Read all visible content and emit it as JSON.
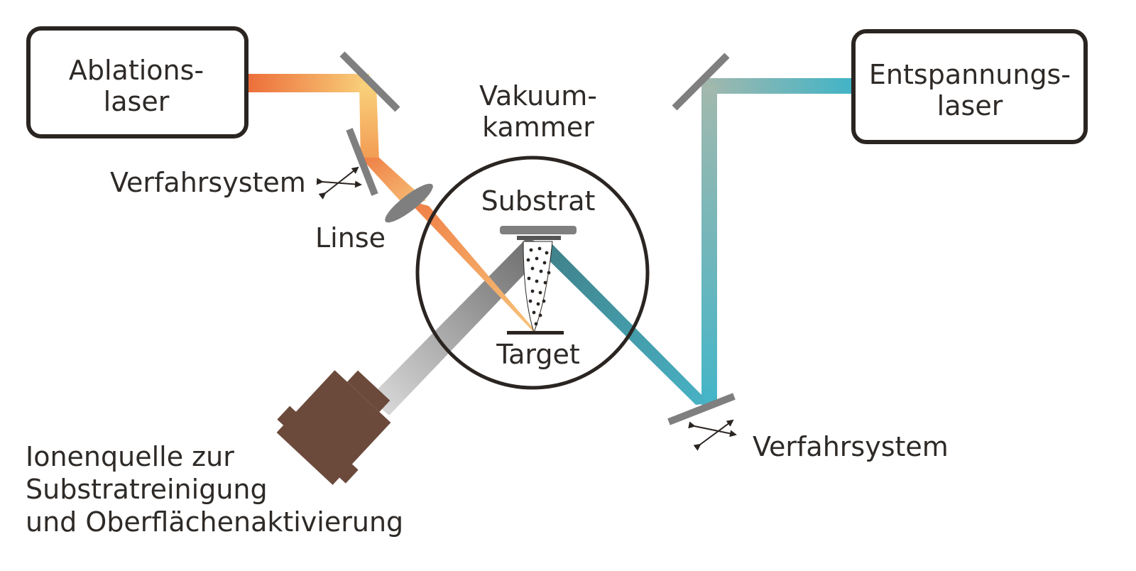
{
  "labels": {
    "ablation_laser_line1": "Ablations-",
    "ablation_laser_line2": "laser",
    "relax_laser_line1": "Entspannungs-",
    "relax_laser_line2": "laser",
    "vacuum_line1": "Vakuum-",
    "vacuum_line2": "kammer",
    "positioner_left": "Verfahrsystem",
    "positioner_right": "Verfahrsystem",
    "lens": "Linse",
    "substrate": "Substrat",
    "target": "Target",
    "ion_source_line1": "Ionenquelle zur",
    "ion_source_line2": "Substratreinigung",
    "ion_source_line3": "und Oberflächenaktivierung"
  },
  "colors": {
    "text": "#2e2a27",
    "frame": "#2b2522",
    "mirror": "#7f7f7f",
    "ablation_beam_start": "#ee7a3e",
    "ablation_beam_mid": "#f8cf78",
    "relax_beam": "#4ab5c8",
    "relax_beam_grey": "#9ab7b0",
    "ion_source": "#6b4a3c",
    "ion_beam": "#8a8a8a"
  },
  "icons": {
    "positioner_arrows": "double-headed-cross-arrows-icon",
    "plume": "dotted-plasma-plume"
  }
}
